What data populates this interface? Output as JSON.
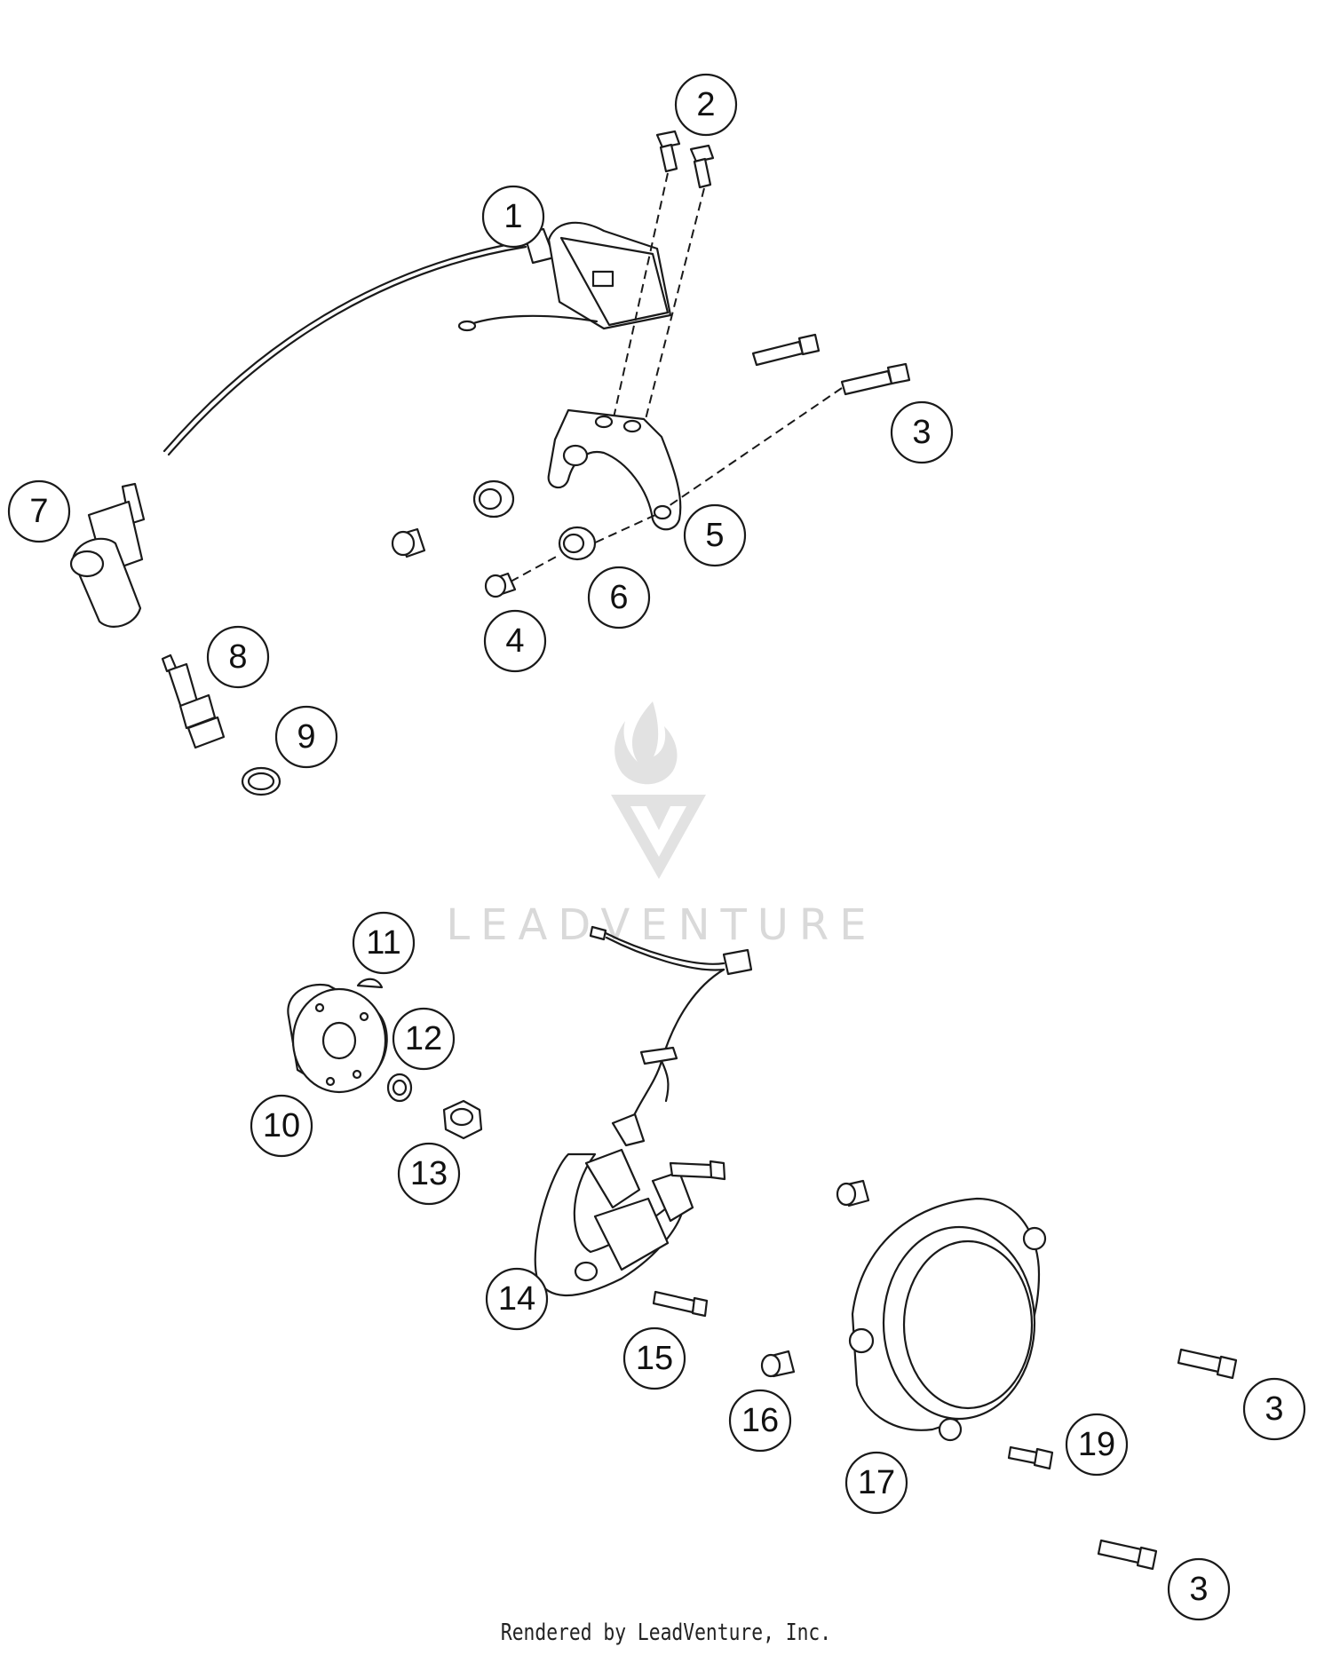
{
  "watermark": {
    "text": "LEADVENTURE"
  },
  "footer": {
    "text": "Rendered by LeadVenture, Inc."
  },
  "callouts": [
    "1",
    "2",
    "3",
    "4",
    "5",
    "6",
    "7",
    "8",
    "9",
    "10",
    "11",
    "12",
    "13",
    "14",
    "15",
    "16",
    "17",
    "19"
  ]
}
